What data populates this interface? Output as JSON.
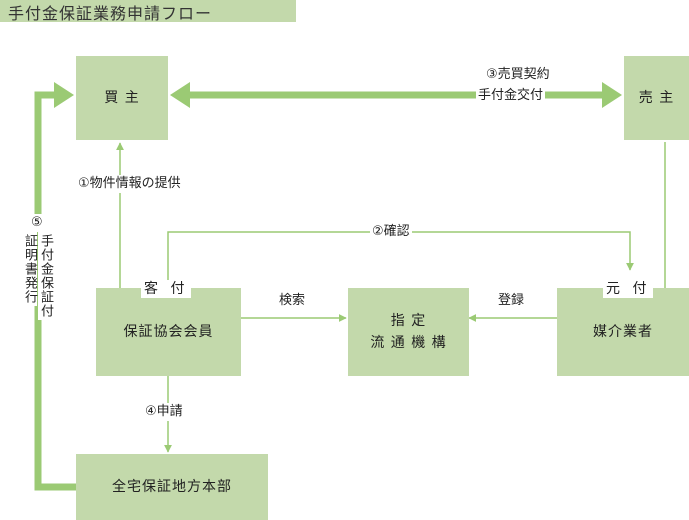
{
  "title": "手付金保証業務申請フロー",
  "boxes": {
    "buyer": "買 主",
    "seller": "売 主",
    "association": "保証協会会員",
    "designated_line1": "指 定",
    "designated_line2": "流 通 機 構",
    "broker": "媒介業者",
    "headquarters": "全宅保証地方本部"
  },
  "tags": {
    "association": "客 付",
    "broker": "元 付"
  },
  "labels": {
    "step1": "①物件情報の提供",
    "step2": "②確認",
    "step3_line1": "③売買契約",
    "step3_line2": "手付金交付",
    "step4": "④申請",
    "step5_num": "⑤",
    "step5_col1": "手付金保証付",
    "step5_col2": "証明書発行",
    "search": "検索",
    "register": "登録"
  },
  "colors": {
    "box_fill": "#c3d9ab",
    "arrow": "#9bca74"
  }
}
